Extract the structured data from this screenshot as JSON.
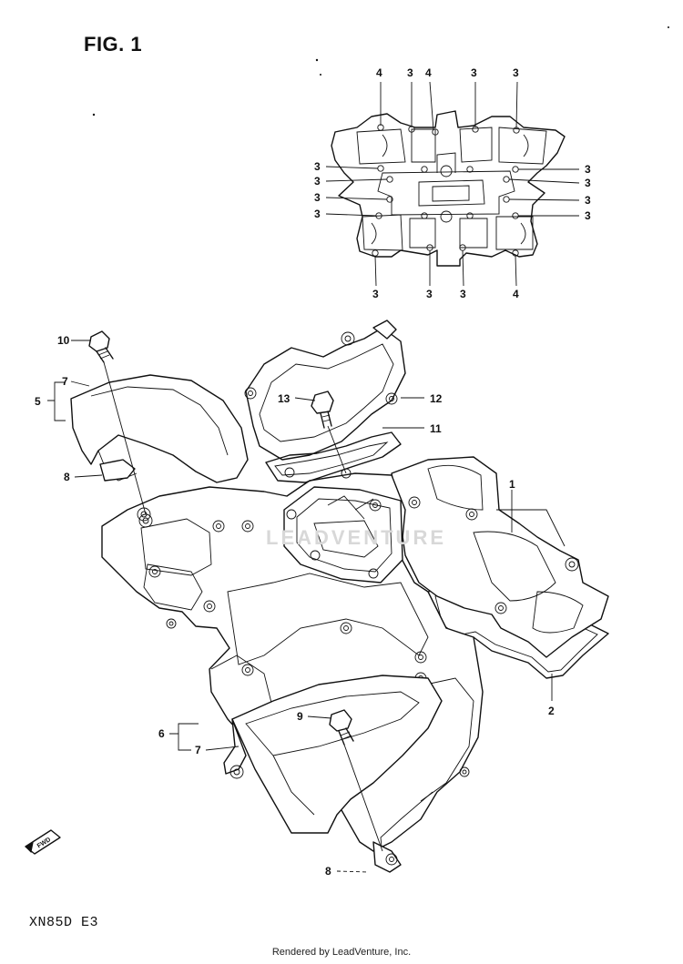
{
  "figure": {
    "title": "FIG. 1",
    "model_code": "XN85D E3",
    "footer": "Rendered by LeadVenture, Inc.",
    "watermark": "LEADVENTURE",
    "fwd_label": "FWD"
  },
  "bolt_pattern_callouts": {
    "top": [
      "4",
      "3",
      "4",
      "3",
      "3"
    ],
    "left": [
      "3",
      "3",
      "3",
      "3"
    ],
    "right": [
      "3",
      "3",
      "3",
      "3"
    ],
    "bottom": [
      "3",
      "3",
      "3",
      "4"
    ]
  },
  "part_callouts": {
    "p1": "1",
    "p2": "2",
    "p5": "5",
    "p6": "6",
    "p7_upper": "7",
    "p7_lower": "7",
    "p8_upper": "8",
    "p8_lower": "8",
    "p9": "9",
    "p10": "10",
    "p11": "11",
    "p12": "12",
    "p13": "13"
  }
}
